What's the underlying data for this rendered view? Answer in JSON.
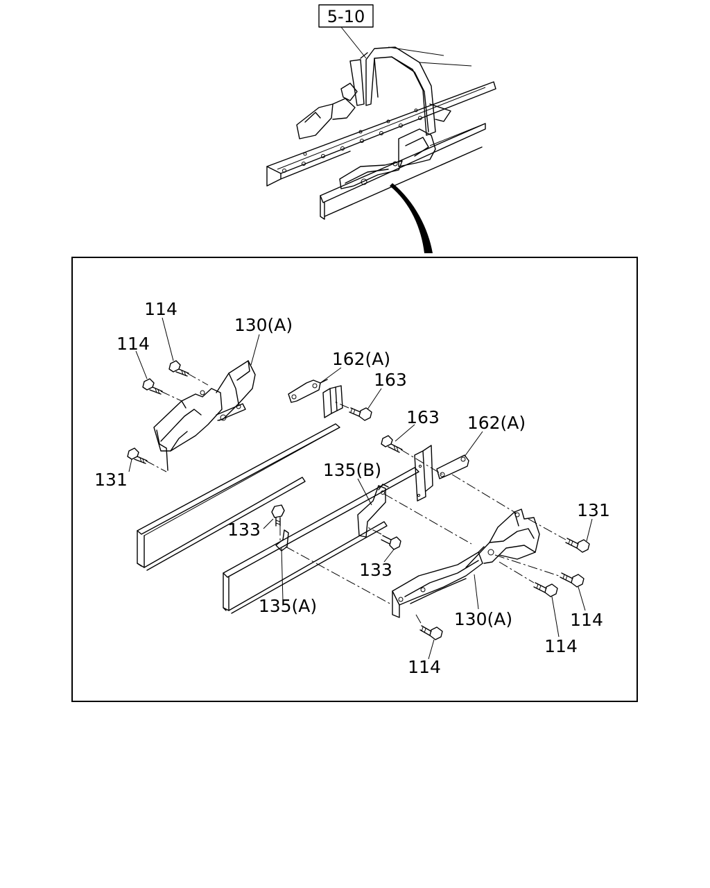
{
  "reference": {
    "label": "5-10"
  },
  "callouts": {
    "c114_a": "114",
    "c114_b": "114",
    "c130a_top": "130(A)",
    "c162a_top": "162(A)",
    "c163_top": "163",
    "c131_left": "131",
    "c163_mid": "163",
    "c162a_right": "162(A)",
    "c135b": "135(B)",
    "c131_right": "131",
    "c133_left": "133",
    "c133_mid": "133",
    "c135a": "135(A)",
    "c130a_bottom": "130(A)",
    "c114_right_a": "114",
    "c114_right_b": "114",
    "c114_bottom": "114"
  }
}
